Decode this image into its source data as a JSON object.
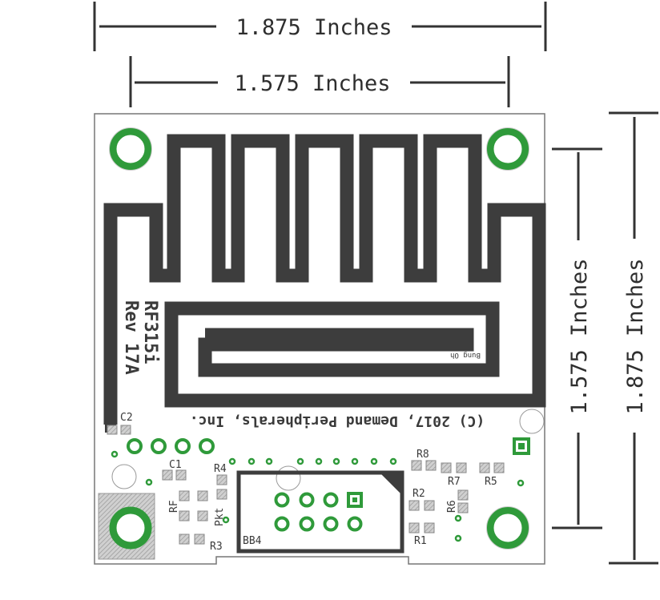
{
  "dimensions": {
    "width_outer": "1.875 Inches",
    "width_inner": "1.575 Inches",
    "height_inner": "1.575 Inches",
    "height_outer": "1.875 Inches"
  },
  "board": {
    "name": "RF315i",
    "revision": "Rev 17A",
    "copyright": "(C) 2017, Demand Peripherals, Inc.",
    "antenna_note": "Bung Oh"
  },
  "labels": {
    "c1": "C1",
    "c2": "C2",
    "r1": "R1",
    "r2": "R2",
    "r3": "R3",
    "r4": "R4",
    "r5": "R5",
    "r6": "R6",
    "r7": "R7",
    "r8": "R8",
    "rf": "RF",
    "pkt": "Pkt",
    "bb4": "BB4"
  },
  "colors": {
    "trace": "#3d3d3d",
    "pad_ring": "#2f9a3a",
    "board_outline": "#777777",
    "pad_fill": "#bdbdbd"
  }
}
